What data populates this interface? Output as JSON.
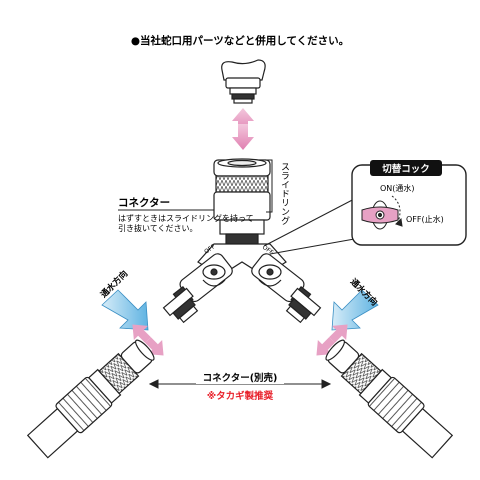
{
  "header_note": "●当社蛇口用パーツなどと併用してください。",
  "connector": {
    "title": "コネクター",
    "line1": "はずすときはスライドリングを持って",
    "line2": "引き抜いてください。"
  },
  "slide_ring_label": "スライドリング",
  "switch_cock": {
    "title": "切替コック",
    "on_label": "ON(通水)",
    "off_label": "OFF(止水)"
  },
  "valve_marks": {
    "left": "OFF",
    "right": "OFF"
  },
  "flow_direction": {
    "left": "通水方向",
    "right": "通水方向"
  },
  "sold_separately": {
    "line1": "コネクター(別売)",
    "line2": "※タカギ製推奨"
  },
  "colors": {
    "accent_red": "#e8202a",
    "pink_arrow": "#e7a1c4",
    "blue_arrow": "#8dc8ea",
    "outline": "#222222"
  }
}
